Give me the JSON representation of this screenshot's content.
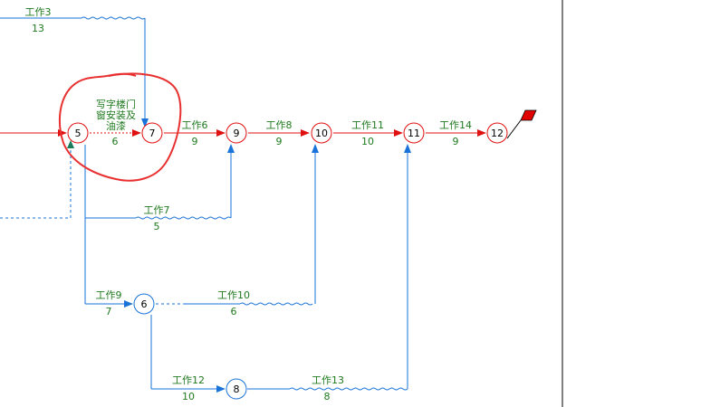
{
  "colors": {
    "critical": "#e01010",
    "normal": "#1a73d8",
    "label": "#1f7a1f",
    "annotation": "#e83030"
  },
  "nodes": {
    "n5": "5",
    "n7": "7",
    "n9": "9",
    "n10": "10",
    "n11": "11",
    "n12": "12",
    "n6": "6",
    "n8": "8"
  },
  "activities": {
    "work3": {
      "name": "工作3",
      "duration": "13"
    },
    "window": {
      "name": [
        "写字楼门",
        "窗安装及",
        "油漆"
      ],
      "duration": "6"
    },
    "work6": {
      "name": "工作6",
      "duration": "9"
    },
    "work8": {
      "name": "工作8",
      "duration": "9"
    },
    "work11": {
      "name": "工作11",
      "duration": "10"
    },
    "work14": {
      "name": "工作14",
      "duration": "9"
    },
    "work7": {
      "name": "工作7",
      "duration": "5"
    },
    "work9": {
      "name": "工作9",
      "duration": "7"
    },
    "work10": {
      "name": "工作10",
      "duration": "6"
    },
    "work12": {
      "name": "工作12",
      "duration": "10"
    },
    "work13": {
      "name": "工作13",
      "duration": "8"
    }
  },
  "end_flag_icon": "red-flag-icon",
  "start_marker_icon": "triangle-marker-icon"
}
